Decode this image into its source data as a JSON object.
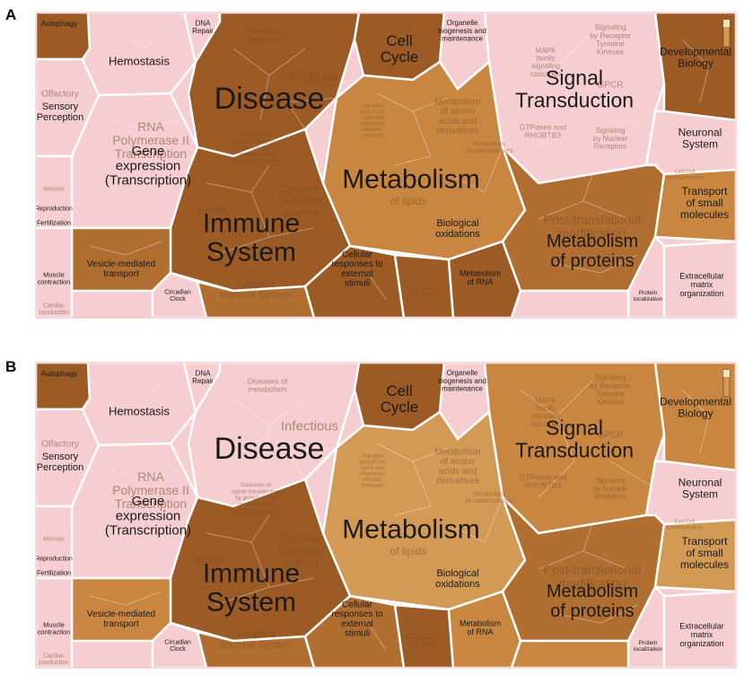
{
  "colors": {
    "pink": "#f6cdd0",
    "pink_edge": "#ecb6bb",
    "dark": "#9c5a25",
    "mid": "#b06e30",
    "light": "#c98640",
    "tan": "#d39a55",
    "border": "#ffffff"
  },
  "panels": [
    {
      "letter": "A",
      "labels": {
        "autophagy": "Autophagy",
        "hemostasis": "Hemostasis",
        "dna_repair": "DNA Repair",
        "disease": "Disease",
        "cell_cycle": "Cell Cycle",
        "organelle": "Organelle biogenesis and maintenance",
        "signal": "Signal Transduction",
        "developmental": "Developmental Biology",
        "sensory": "Sensory Perception",
        "olfactory": "Olfactory",
        "gene_expr": "Gene expression (Transcription)",
        "rna_pol": "RNA Polymerase II Transcription",
        "metabolism": "Metabolism",
        "neuronal": "Neuronal System",
        "meiosis": "Meiosis",
        "reproduction": "Reproduction",
        "fertilization": "Fertilization",
        "immune": "Immune System",
        "adaptive": "Adaptive Immune System",
        "cytokine": "Cytokine Signaling in Immune system",
        "innate": "Innate Immune System",
        "infectious": "Infectious",
        "ptm": "Metabolism of proteins",
        "post_trans": "Post-translational modification",
        "transport": "Transport of small molecules",
        "vesicle": "Vesicle-mediated transport",
        "muscle": "Muscle contraction",
        "cardiac": "Cardiac conduction",
        "circadian": "Circadian Clock",
        "cellular_resp": "Cellular responses to external stimuli",
        "prog_death": "Programmed Cell Death",
        "met_rna": "Metabolism of RNA",
        "protein_loc": "Protein localization",
        "ecm": "Extracellular matrix organization",
        "bio_ox": "Biological oxidations",
        "tca": "The citric acid (TCA) cycle and respiratory electron transport",
        "met_aa": "Metabolism of amino acids and derivatives",
        "met_carb": "Metabolism of carbohydrates",
        "met_lipids": "Metabolism of lipids",
        "mapk": "MAPK family signaling cascades",
        "rtk": "Signaling by Receptor Tyrosine Kinases",
        "gpcr": "Signaling by GPCR",
        "nuclear": "Signaling by Nuclear Receptors",
        "rho": "RHO GTPases and RHOBTB3",
        "cell_cell": "Cell-Cell communication",
        "dis_met": "Diseases of metabolism",
        "dis_sig": "Diseases of signal transduction by growth factor receptors and second messengers"
      }
    },
    {
      "letter": "B",
      "labels": {
        "autophagy": "Autophagy",
        "hemostasis": "Hemostasis",
        "dna_repair": "DNA Repair",
        "disease": "Disease",
        "cell_cycle": "Cell Cycle",
        "organelle": "Organelle biogenesis and maintenance",
        "signal": "Signal Transduction",
        "developmental": "Developmental Biology",
        "sensory": "Sensory Perception",
        "olfactory": "Olfactory",
        "gene_expr": "Gene expression (Transcription)",
        "rna_pol": "RNA Polymerase II Transcription",
        "metabolism": "Metabolism",
        "neuronal": "Neuronal System",
        "meiosis": "Meiosis",
        "reproduction": "Reproduction",
        "fertilization": "Fertilization",
        "immune": "Immune System",
        "adaptive": "Adaptive Immune System",
        "cytokine": "Cytokine Signaling in Immune system",
        "innate": "Innate Immune System",
        "infectious": "Infectious",
        "ptm": "Metabolism of proteins",
        "post_trans": "Post-translational modification",
        "transport": "Transport of small molecules",
        "vesicle": "Vesicle-mediated transport",
        "muscle": "Muscle contraction",
        "cardiac": "Cardiac conduction",
        "circadian": "Circadian Clock",
        "cellular_resp": "Cellular responses to external stimuli",
        "prog_death": "Programmed Cell Death",
        "met_rna": "Metabolism of RNA",
        "protein_loc": "Protein localization",
        "ecm": "Extracellular matrix organization",
        "bio_ox": "Biological oxidations",
        "tca": "The citric acid (TCA) cycle and respiratory electron transport",
        "met_aa": "Metabolism of amino acids and derivatives",
        "met_carb": "Metabolism of carbohydrates",
        "met_lipids": "Metabolism of lipids",
        "mapk": "MAPK family signaling cascades",
        "rtk": "Signaling by Receptor Tyrosine Kinases",
        "gpcr": "Signaling by GPCR",
        "nuclear": "Signaling by Nuclear Receptors",
        "rho": "RHO GTPases and RHOBTB3",
        "cell_cell": "Cell-Cell communication",
        "dis_met": "Diseases of metabolism",
        "dis_sig": "Diseases of signal transduction by growth factor receptors and second messengers"
      }
    }
  ]
}
